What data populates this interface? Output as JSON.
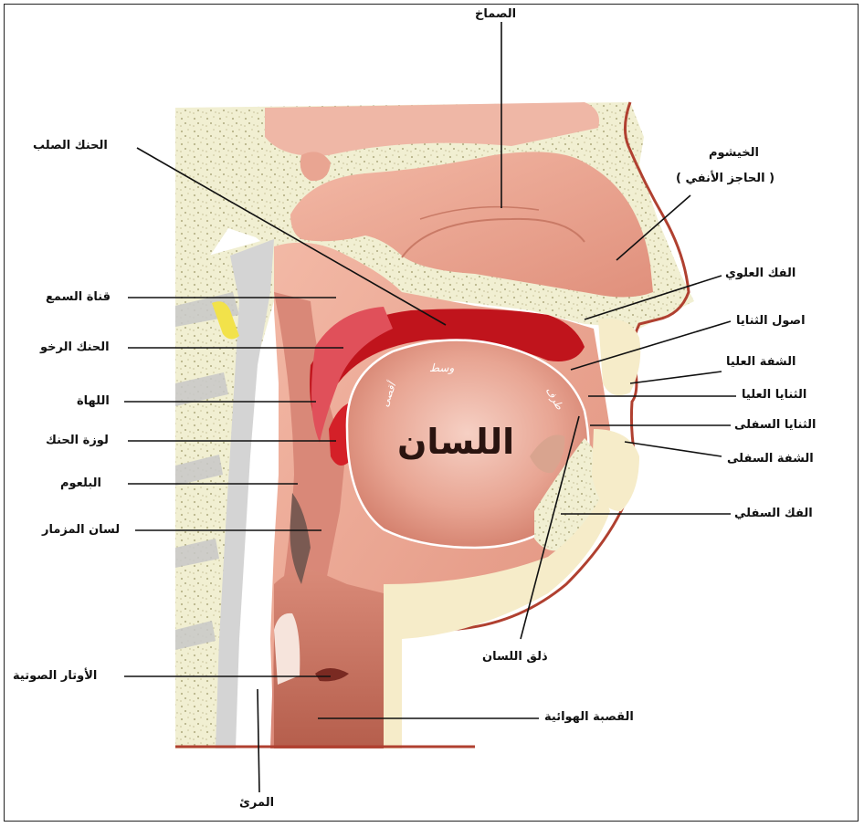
{
  "diagram": {
    "tongue_title": "اللسان",
    "tongue_parts": {
      "back": "أقصى",
      "middle": "وسط",
      "tip": "طرف"
    },
    "labels": {
      "ear_canal": "الصماخ",
      "hard_palate": "الحنك الصلب",
      "nasal": "الخيشوم",
      "nasal_sub": "( الحاجز الأنفي )",
      "upper_jaw": "الفك العلوي",
      "eustachian": "قناة السمع",
      "tooth_roots": "اصول الثنايا",
      "soft_palate": "الحنك الرخو",
      "upper_lip": "الشفة العليا",
      "uvula": "اللهاة",
      "upper_teeth": "الثنايا العليا",
      "tonsil": "لوزة الحنك",
      "lower_teeth": "الثنايا السفلى",
      "lower_lip": "الشفة السفلى",
      "pharynx": "البلعوم",
      "epiglottis": "لسان المزمار",
      "lower_jaw": "الفك السفلي",
      "tongue_tip": "ذلق اللسان",
      "vocal_cords": "الأوتار الصوتية",
      "trachea": "القصبة الهوائية",
      "esophagus": "المرئ"
    }
  }
}
